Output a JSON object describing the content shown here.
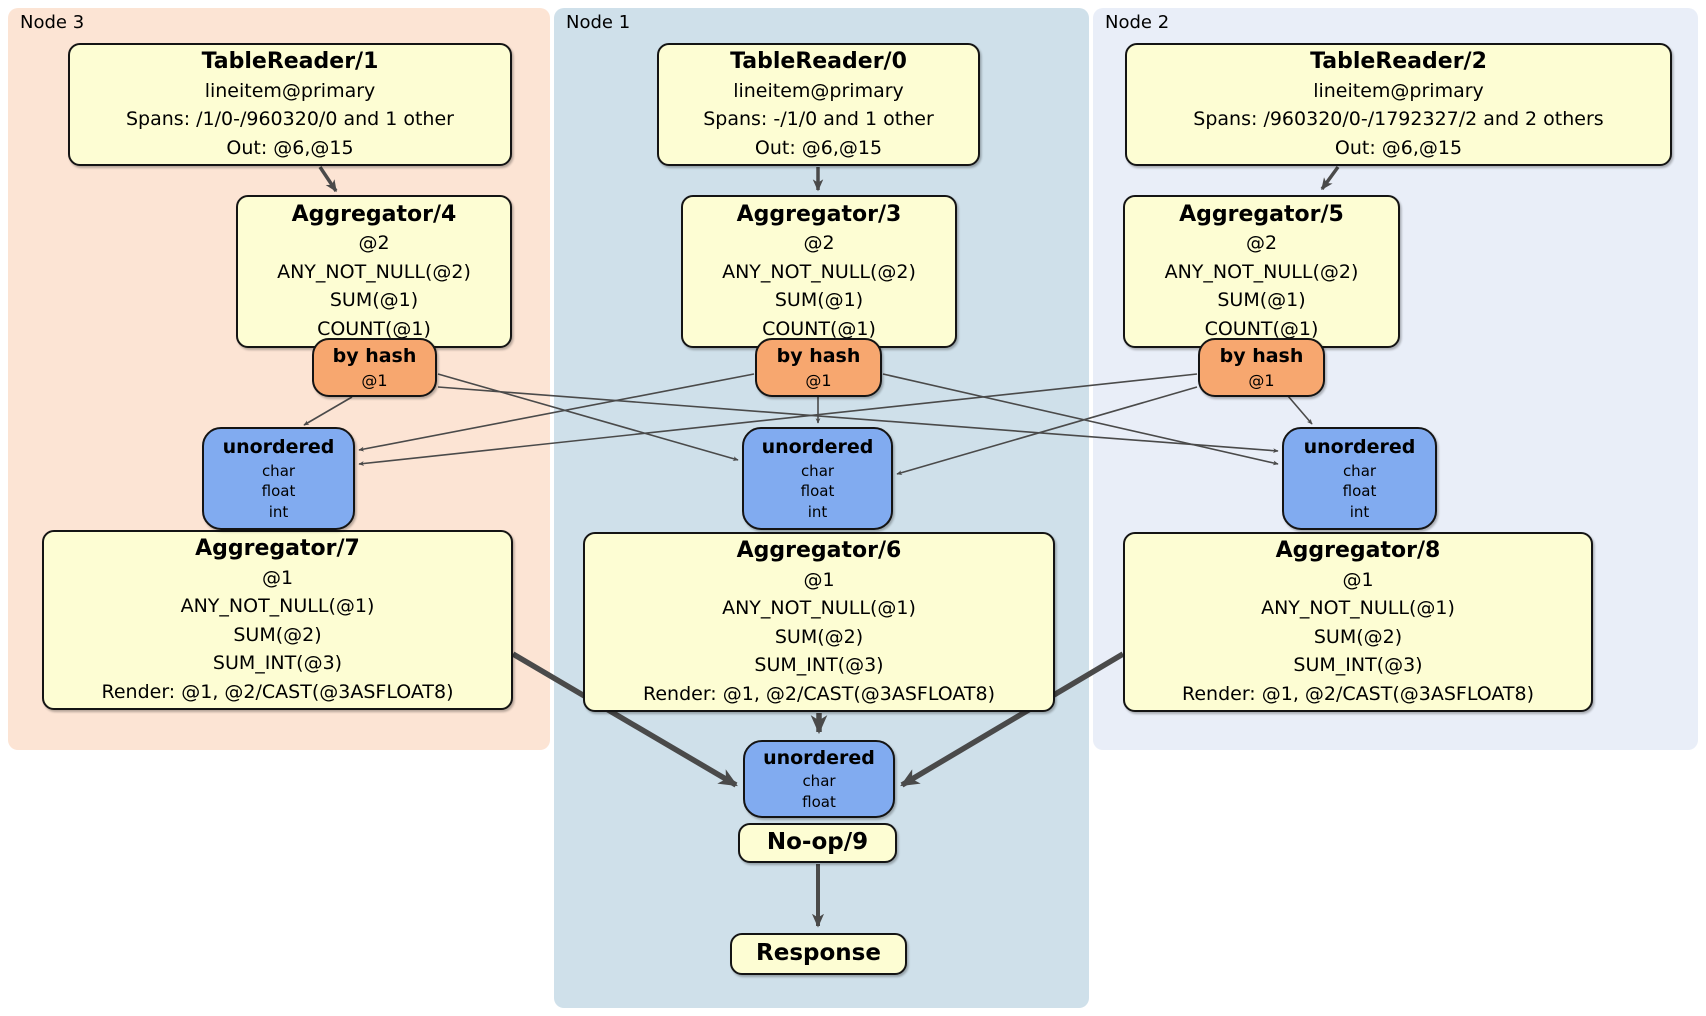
{
  "regions": [
    {
      "id": "node3",
      "label": "Node 3",
      "color": "#fce4d4"
    },
    {
      "id": "node1",
      "label": "Node 1",
      "color": "#cfe0ea"
    },
    {
      "id": "node2",
      "label": "Node 2",
      "color": "#e9eef8"
    }
  ],
  "colors": {
    "processor_fill": "#fdfdd3",
    "router_fill": "#f7a76f",
    "sync_fill": "#81abf0",
    "edge": "#4a4a4a",
    "border": "#141414"
  },
  "nodes": [
    {
      "id": "tr1",
      "region": "node3",
      "kind": "processor",
      "title": "TableReader/1",
      "lines": [
        "lineitem@primary",
        "Spans: /1/0-/960320/0 and 1 other",
        "Out: @6,@15"
      ]
    },
    {
      "id": "tr0",
      "region": "node1",
      "kind": "processor",
      "title": "TableReader/0",
      "lines": [
        "lineitem@primary",
        "Spans: -/1/0 and 1 other",
        "Out: @6,@15"
      ]
    },
    {
      "id": "tr2",
      "region": "node2",
      "kind": "processor",
      "title": "TableReader/2",
      "lines": [
        "lineitem@primary",
        "Spans: /960320/0-/1792327/2 and 2 others",
        "Out: @6,@15"
      ]
    },
    {
      "id": "agg4",
      "region": "node3",
      "kind": "processor",
      "title": "Aggregator/4",
      "lines": [
        "@2",
        "ANY_NOT_NULL(@2)",
        "SUM(@1)",
        "COUNT(@1)"
      ]
    },
    {
      "id": "agg3",
      "region": "node1",
      "kind": "processor",
      "title": "Aggregator/3",
      "lines": [
        "@2",
        "ANY_NOT_NULL(@2)",
        "SUM(@1)",
        "COUNT(@1)"
      ]
    },
    {
      "id": "agg5",
      "region": "node2",
      "kind": "processor",
      "title": "Aggregator/5",
      "lines": [
        "@2",
        "ANY_NOT_NULL(@2)",
        "SUM(@1)",
        "COUNT(@1)"
      ]
    },
    {
      "id": "agg7",
      "region": "node3",
      "kind": "processor",
      "title": "Aggregator/7",
      "lines": [
        "@1",
        "ANY_NOT_NULL(@1)",
        "SUM(@2)",
        "SUM_INT(@3)",
        "Render: @1, @2/CAST(@3ASFLOAT8)"
      ]
    },
    {
      "id": "agg6",
      "region": "node1",
      "kind": "processor",
      "title": "Aggregator/6",
      "lines": [
        "@1",
        "ANY_NOT_NULL(@1)",
        "SUM(@2)",
        "SUM_INT(@3)",
        "Render: @1, @2/CAST(@3ASFLOAT8)"
      ]
    },
    {
      "id": "agg8",
      "region": "node2",
      "kind": "processor",
      "title": "Aggregator/8",
      "lines": [
        "@1",
        "ANY_NOT_NULL(@1)",
        "SUM(@2)",
        "SUM_INT(@3)",
        "Render: @1, @2/CAST(@3ASFLOAT8)"
      ]
    },
    {
      "id": "bhl",
      "region": "node3",
      "kind": "router",
      "title": "by hash",
      "lines": [
        "@1"
      ]
    },
    {
      "id": "bhc",
      "region": "node1",
      "kind": "router",
      "title": "by hash",
      "lines": [
        "@1"
      ]
    },
    {
      "id": "bhr",
      "region": "node2",
      "kind": "router",
      "title": "by hash",
      "lines": [
        "@1"
      ]
    },
    {
      "id": "unl",
      "region": "node3",
      "kind": "sync",
      "title": "unordered",
      "lines": [
        "char",
        "float",
        "int"
      ]
    },
    {
      "id": "unc",
      "region": "node1",
      "kind": "sync",
      "title": "unordered",
      "lines": [
        "char",
        "float",
        "int"
      ]
    },
    {
      "id": "unr",
      "region": "node2",
      "kind": "sync",
      "title": "unordered",
      "lines": [
        "char",
        "float",
        "int"
      ]
    },
    {
      "id": "unb",
      "region": "node1",
      "kind": "sync",
      "title": "unordered",
      "lines": [
        "char",
        "float"
      ]
    },
    {
      "id": "noop",
      "region": "node1",
      "kind": "processor",
      "title": "No-op/9",
      "lines": []
    },
    {
      "id": "resp",
      "region": "node1",
      "kind": "processor",
      "title": "Response",
      "lines": []
    }
  ],
  "edges": [
    {
      "from": "tr1",
      "to": "agg4",
      "weight": "medium"
    },
    {
      "from": "tr0",
      "to": "agg3",
      "weight": "medium"
    },
    {
      "from": "tr2",
      "to": "agg5",
      "weight": "medium"
    },
    {
      "from": "bhl",
      "to": "unl",
      "weight": "thin"
    },
    {
      "from": "bhl",
      "to": "unc",
      "weight": "thin"
    },
    {
      "from": "bhl",
      "to": "unr",
      "weight": "thin"
    },
    {
      "from": "bhc",
      "to": "unl",
      "weight": "thin"
    },
    {
      "from": "bhc",
      "to": "unc",
      "weight": "thin"
    },
    {
      "from": "bhc",
      "to": "unr",
      "weight": "thin"
    },
    {
      "from": "bhr",
      "to": "unl",
      "weight": "thin"
    },
    {
      "from": "bhr",
      "to": "unc",
      "weight": "thin"
    },
    {
      "from": "bhr",
      "to": "unr",
      "weight": "thin"
    },
    {
      "from": "agg7",
      "to": "unb",
      "weight": "thick"
    },
    {
      "from": "agg6",
      "to": "unb",
      "weight": "thick"
    },
    {
      "from": "agg8",
      "to": "unb",
      "weight": "thick"
    },
    {
      "from": "noop",
      "to": "resp",
      "weight": "arrow"
    }
  ]
}
